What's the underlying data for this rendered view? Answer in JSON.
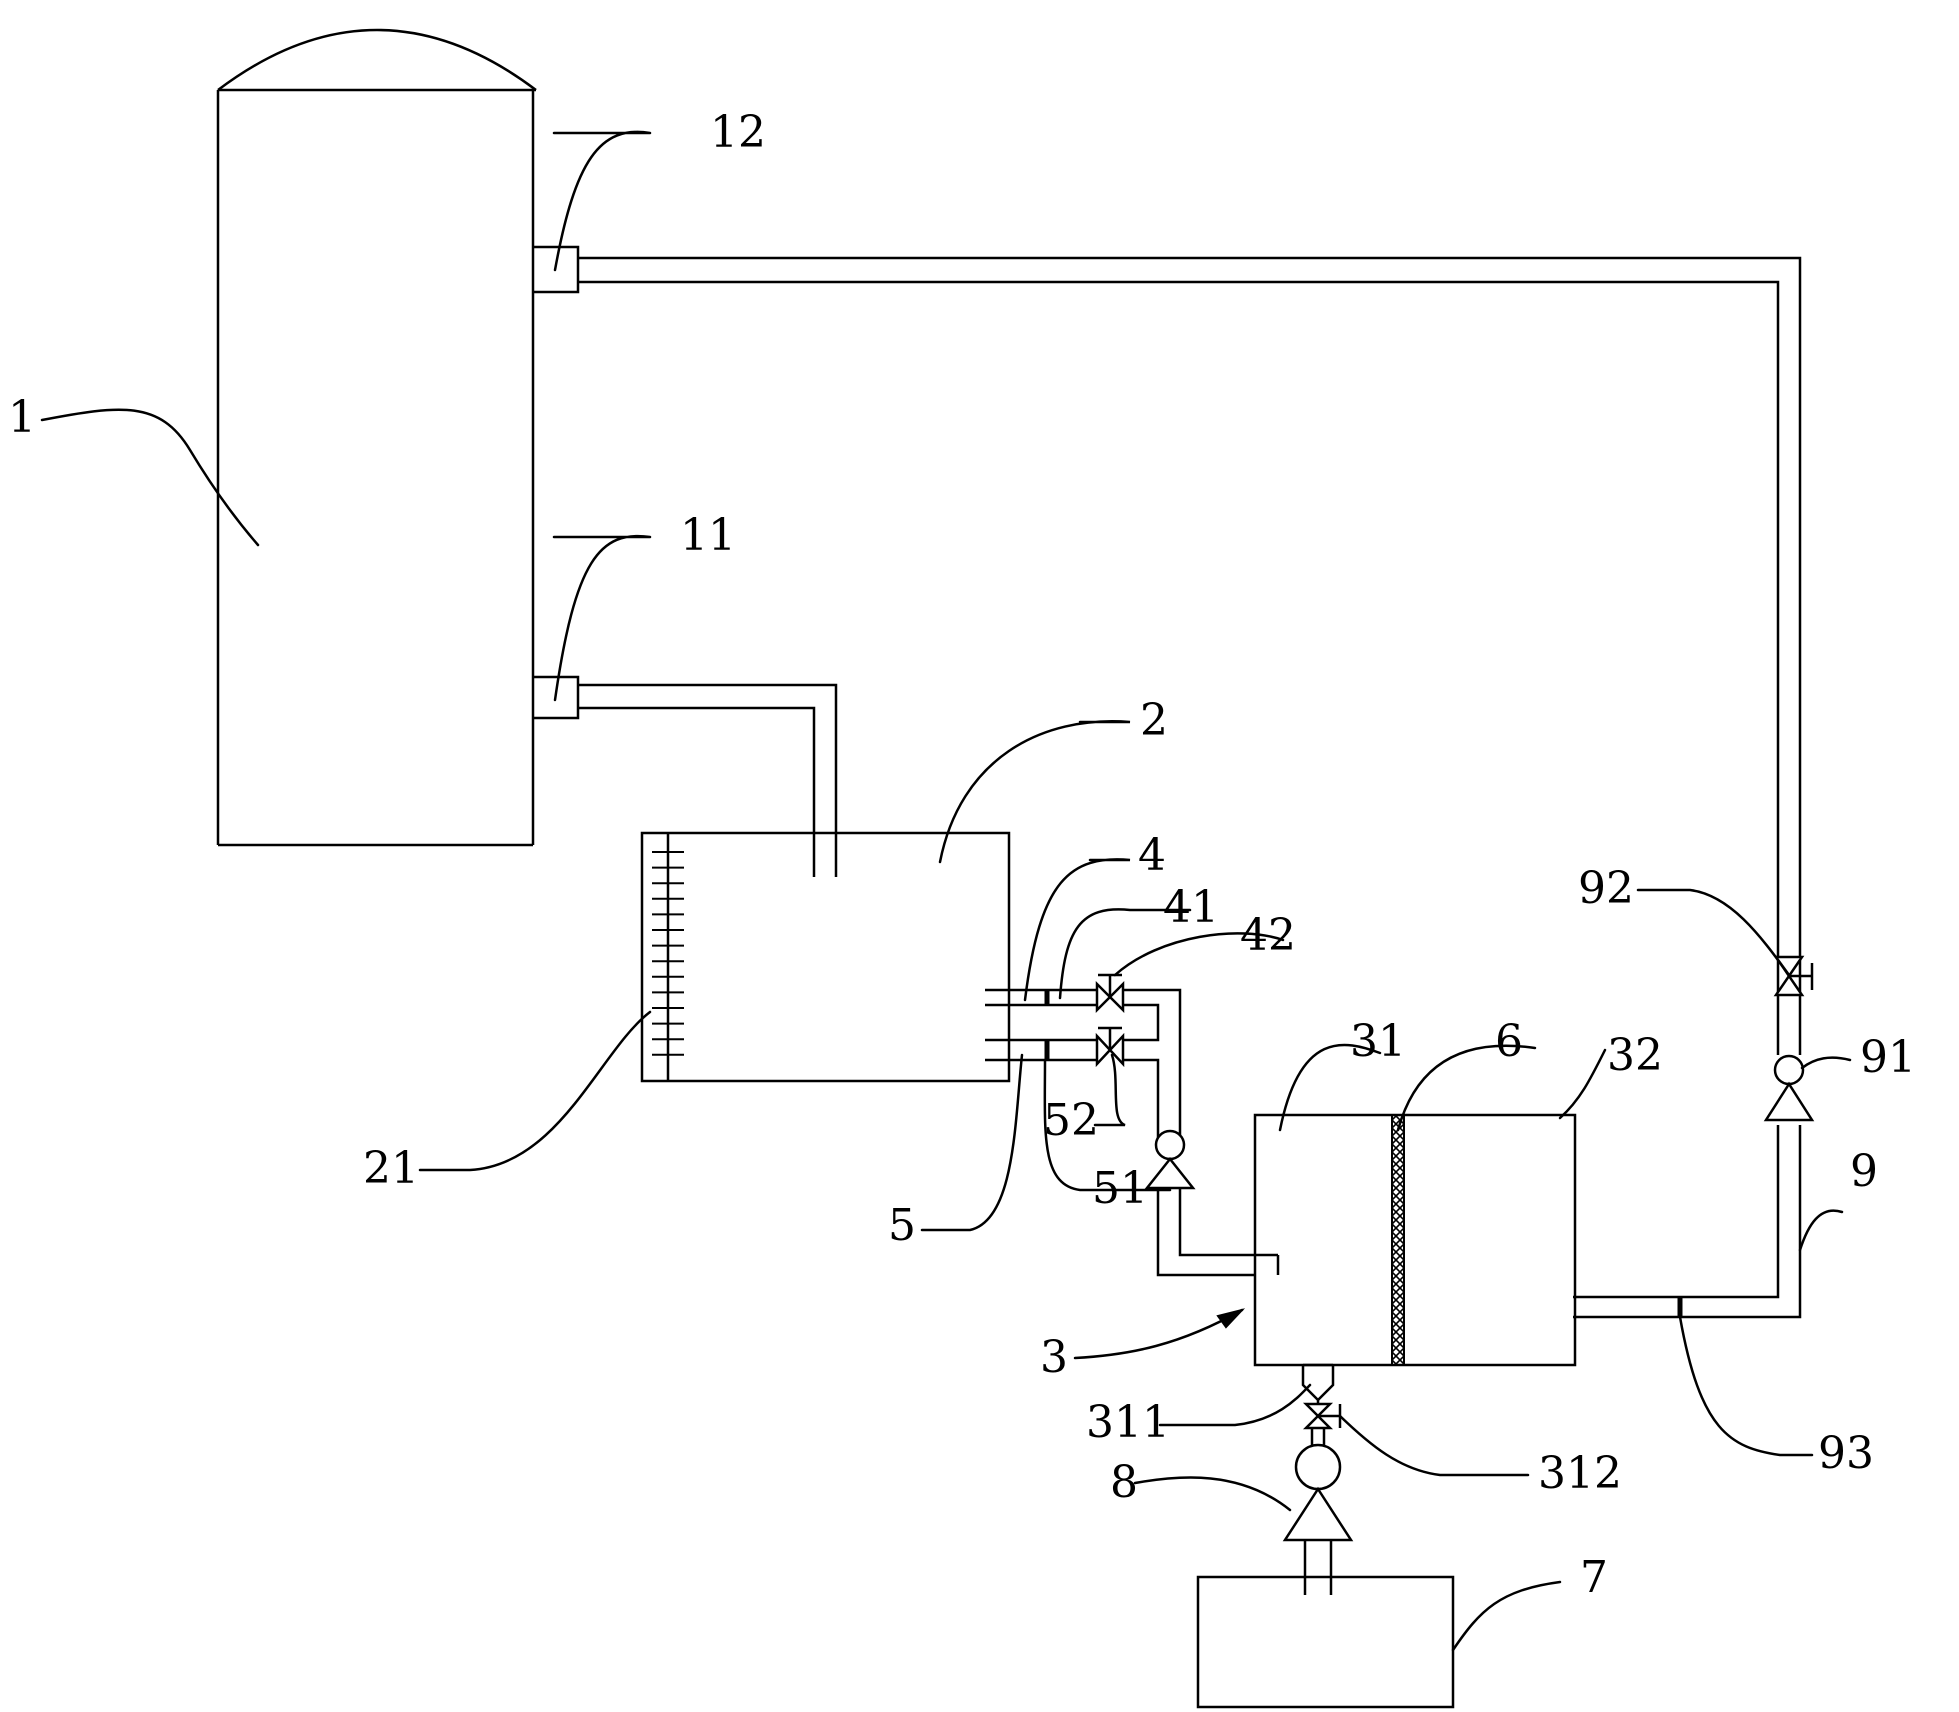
{
  "labels": {
    "l1": "1",
    "l2": "2",
    "l3": "3",
    "l4": "4",
    "l5": "5",
    "l6": "6",
    "l7": "7",
    "l8": "8",
    "l9": "9",
    "l11": "11",
    "l12": "12",
    "l21": "21",
    "l31": "31",
    "l32": "32",
    "l41": "41",
    "l42": "42",
    "l51": "51",
    "l52": "52",
    "l91": "91",
    "l92": "92",
    "l93": "93",
    "l311": "311",
    "l312": "312"
  }
}
